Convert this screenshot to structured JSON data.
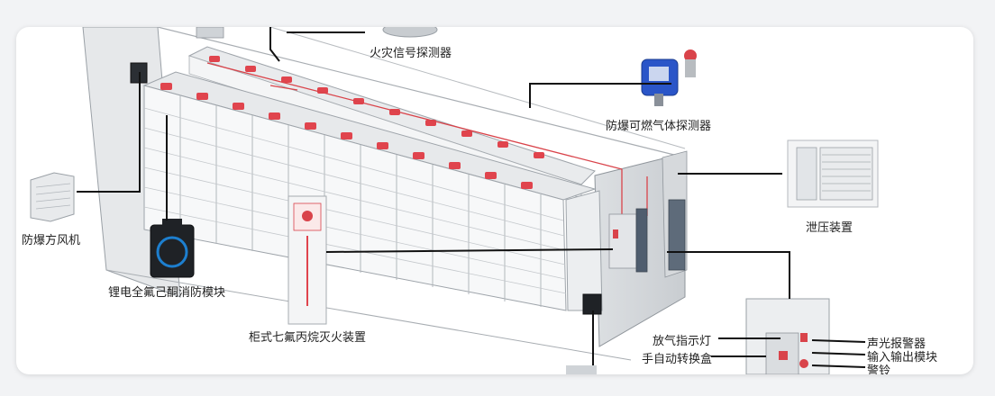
{
  "labels": {
    "fire_detector": "火灾信号探测器",
    "gas_detector": "防爆可燃气体探测器",
    "fan": "防爆方风机",
    "pressure_relief": "泄压装置",
    "lithium_module": "锂电全氟己酮消防模块",
    "cabinet_extinguisher": "柜式七氟丙烷灭火装置",
    "release_lamp": "放气指示灯",
    "manual_switch": "手自动转换盒",
    "sound_light_alarm": "声光报警器",
    "io_module": "输入输出模块",
    "alarm_bell": "警铃"
  },
  "colors": {
    "card_bg": "#ffffff",
    "page_bg": "#f2f3f5",
    "battery_red": "#e0444d",
    "wire_red": "#d9434a",
    "detector_blue": "#2a55c8",
    "leader_line": "#111111"
  }
}
